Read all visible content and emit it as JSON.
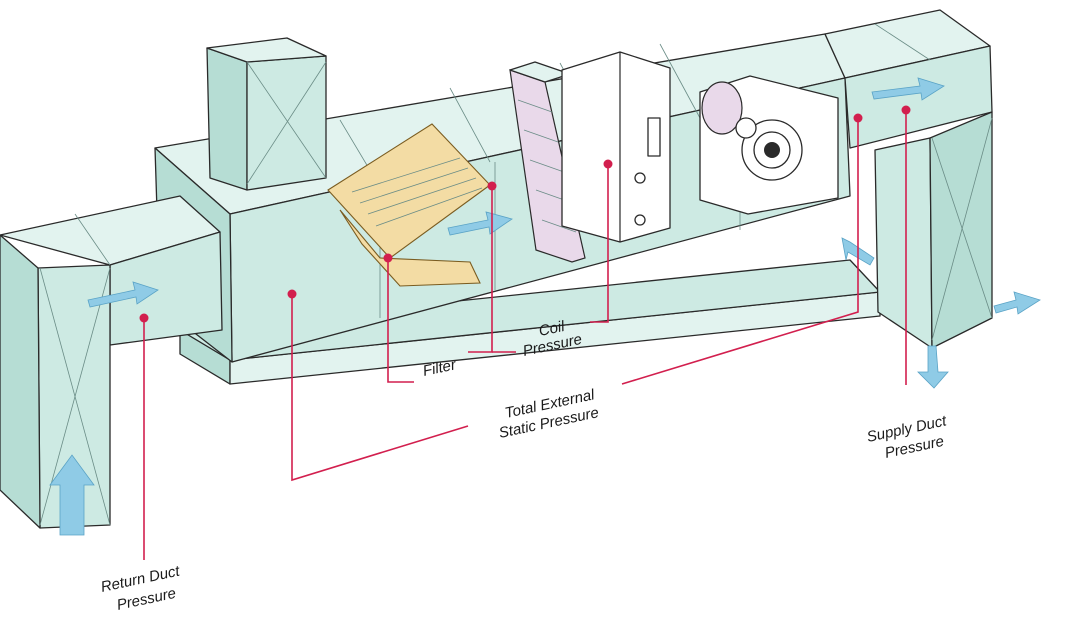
{
  "labels": {
    "filter": "Filter",
    "coil_line1": "Coil",
    "coil_line2": "Pressure",
    "total_line1": "Total External",
    "total_line2": "Static Pressure",
    "return_line1": "Return Duct",
    "return_line2": "Pressure",
    "supply_line1": "Supply Duct",
    "supply_line2": "Pressure"
  },
  "colors": {
    "duct": "#cdeae3",
    "leader": "#d21f4e",
    "airflow_arrow": "#8fcbe6",
    "filter": "#f3dca4",
    "coil": "#e9d9ea"
  }
}
